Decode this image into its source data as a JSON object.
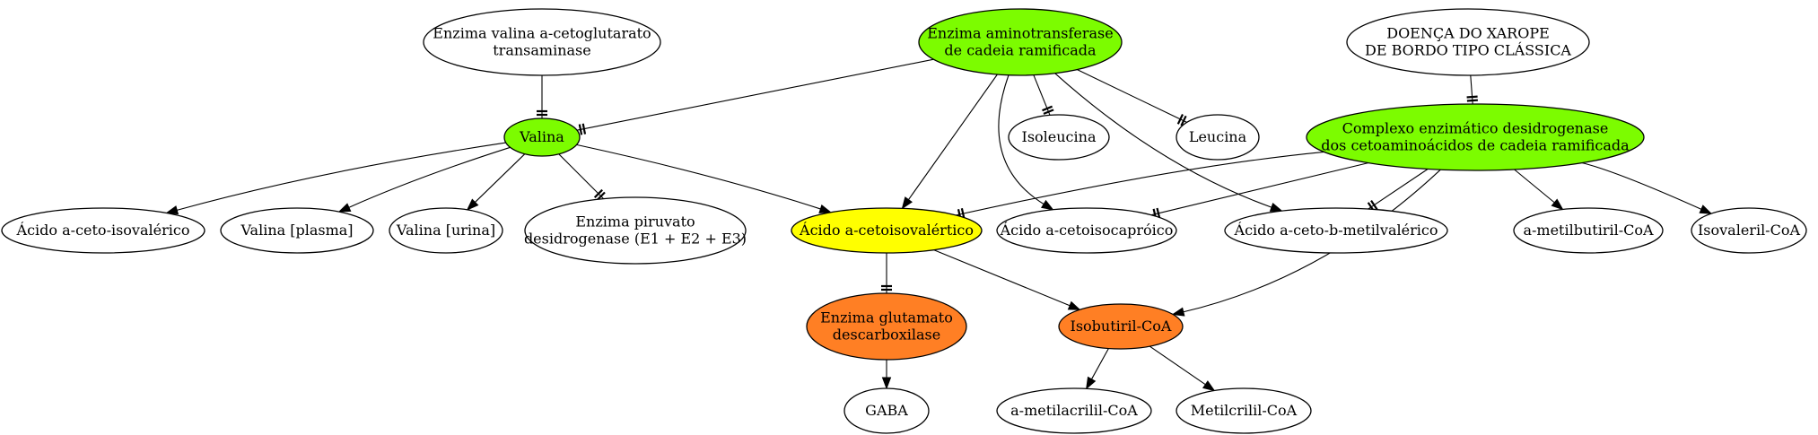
{
  "colors": {
    "white": "#ffffff",
    "green": "#7cfc00",
    "yellow": "#ffff00",
    "orange": "#ff7f24",
    "line": "#000000"
  },
  "nodes": {
    "enzima_valina": {
      "lines": [
        "Enzima valina a-cetoglutarato",
        "transaminase"
      ],
      "fill": "white"
    },
    "enzima_amino": {
      "lines": [
        "Enzima aminotransferase",
        "de cadeia ramificada"
      ],
      "fill": "green"
    },
    "doenca": {
      "lines": [
        "DOENÇA DO XAROPE",
        "DE BORDO TIPO CLÁSSICA"
      ],
      "fill": "white"
    },
    "valina": {
      "lines": [
        "Valina"
      ],
      "fill": "green"
    },
    "isoleucina": {
      "lines": [
        "Isoleucina"
      ],
      "fill": "white"
    },
    "leucina": {
      "lines": [
        "Leucina"
      ],
      "fill": "white"
    },
    "complexo": {
      "lines": [
        "Complexo enzimático desidrogenase",
        "dos cetoaminoácidos de cadeia ramificada"
      ],
      "fill": "green"
    },
    "acido_isovalerico": {
      "lines": [
        "Ácido a-ceto-isovalérico"
      ],
      "fill": "white"
    },
    "valina_plasma": {
      "lines": [
        "Valina [plasma]"
      ],
      "fill": "white"
    },
    "valina_urina": {
      "lines": [
        "Valina [urina]"
      ],
      "fill": "white"
    },
    "piruvato": {
      "lines": [
        "Enzima piruvato",
        "desidrogenase (E1 + E2 + E3)"
      ],
      "fill": "white"
    },
    "cetoisovalertico": {
      "lines": [
        "Ácido a-cetoisovalértico"
      ],
      "fill": "yellow"
    },
    "cetoisocaproico": {
      "lines": [
        "Ácido a-cetoisocapróico"
      ],
      "fill": "white"
    },
    "metilvalerico": {
      "lines": [
        "Ácido a-ceto-b-metilvalérico"
      ],
      "fill": "white"
    },
    "metilbutiril": {
      "lines": [
        "a-metilbutiril-CoA"
      ],
      "fill": "white"
    },
    "isovaleril": {
      "lines": [
        "Isovaleril-CoA"
      ],
      "fill": "white"
    },
    "glutamato": {
      "lines": [
        "Enzima glutamato",
        "descarboxilase"
      ],
      "fill": "orange"
    },
    "isobutiril": {
      "lines": [
        "Isobutiril-CoA"
      ],
      "fill": "orange"
    },
    "gaba": {
      "lines": [
        "GABA"
      ],
      "fill": "white"
    },
    "metilacrilil": {
      "lines": [
        "a-metilacrilil-CoA"
      ],
      "fill": "white"
    },
    "metilcrilil": {
      "lines": [
        "Metilcrilil-CoA"
      ],
      "fill": "white"
    }
  },
  "edges": [
    {
      "from": "enzima_valina",
      "to": "valina",
      "head": "tee"
    },
    {
      "from": "enzima_amino",
      "to": "valina",
      "head": "tee"
    },
    {
      "from": "enzima_amino",
      "to": "cetoisovalertico",
      "head": "arrow"
    },
    {
      "from": "enzima_amino",
      "to": "isoleucina",
      "head": "tee"
    },
    {
      "from": "enzima_amino",
      "to": "leucina",
      "head": "tee"
    },
    {
      "from": "enzima_amino",
      "to": "cetoisocaproico",
      "head": "arrow"
    },
    {
      "from": "enzima_amino",
      "to": "metilvalerico",
      "head": "arrow"
    },
    {
      "from": "doenca",
      "to": "complexo",
      "head": "tee"
    },
    {
      "from": "valina",
      "to": "acido_isovalerico",
      "head": "arrow"
    },
    {
      "from": "valina",
      "to": "valina_plasma",
      "head": "arrow"
    },
    {
      "from": "valina",
      "to": "valina_urina",
      "head": "arrow"
    },
    {
      "from": "valina",
      "to": "piruvato",
      "head": "tee"
    },
    {
      "from": "valina",
      "to": "cetoisovalertico",
      "head": "arrow"
    },
    {
      "from": "complexo",
      "to": "cetoisovalertico",
      "head": "tee"
    },
    {
      "from": "complexo",
      "to": "cetoisocaproico",
      "head": "tee"
    },
    {
      "from": "complexo",
      "to": "metilvalerico",
      "head": "tee"
    },
    {
      "from": "complexo",
      "to": "metilbutiril",
      "head": "arrow"
    },
    {
      "from": "complexo",
      "to": "isovaleril",
      "head": "arrow"
    },
    {
      "from": "complexo",
      "to": "isobutiril",
      "head": "arrow"
    },
    {
      "from": "cetoisovalertico",
      "to": "glutamato",
      "head": "tee"
    },
    {
      "from": "cetoisovalertico",
      "to": "isobutiril",
      "head": "arrow"
    },
    {
      "from": "glutamato",
      "to": "gaba",
      "head": "arrow"
    },
    {
      "from": "isobutiril",
      "to": "metilacrilil",
      "head": "arrow"
    },
    {
      "from": "isobutiril",
      "to": "metilcrilil",
      "head": "arrow"
    }
  ]
}
